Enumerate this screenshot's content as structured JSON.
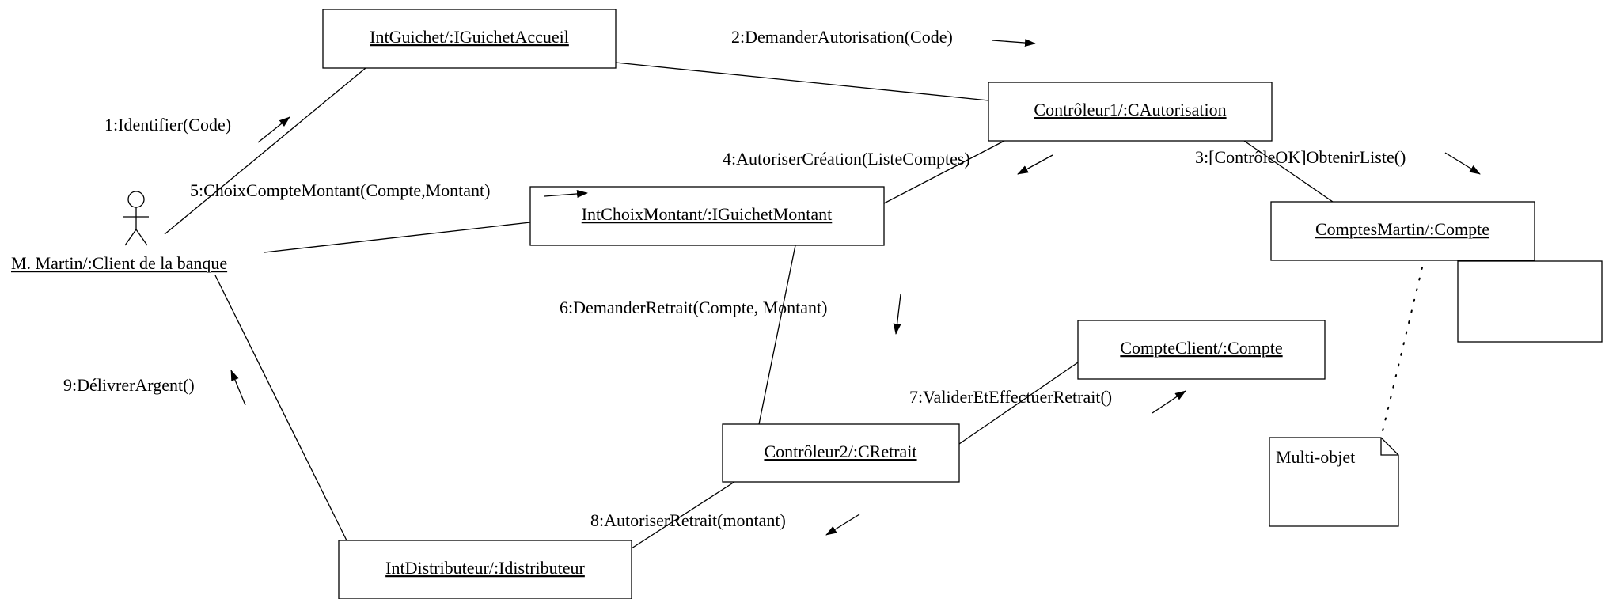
{
  "objects": {
    "int_guichet": "IntGuichet/:IGuichetAccueil",
    "controleur1": "Contrôleur1/:CAutorisation",
    "int_choix_montant": "IntChoixMontant/:IGuichetMontant",
    "comptes_martin": "ComptesMartin/:Compte",
    "compte_client": "CompteClient/:Compte",
    "controleur2": "Contrôleur2/:CRetrait",
    "int_distributeur": "IntDistributeur/:Idistributeur"
  },
  "actor": {
    "label": "M. Martin/:Client de la banque"
  },
  "messages": {
    "m1": "1:Identifier(Code)",
    "m2": "2:DemanderAutorisation(Code)",
    "m3": "3:[ContrôleOK]ObtenirListe()",
    "m4": "4:AutoriserCréation(ListeComptes)",
    "m5": "5:ChoixCompteMontant(Compte,Montant)",
    "m6": "6:DemanderRetrait(Compte, Montant)",
    "m7": "7:ValiderEtEffectuerRetrait()",
    "m8": "8:AutoriserRetrait(montant)",
    "m9": "9:DélivrerArgent()"
  },
  "note": {
    "label": "Multi-objet"
  }
}
